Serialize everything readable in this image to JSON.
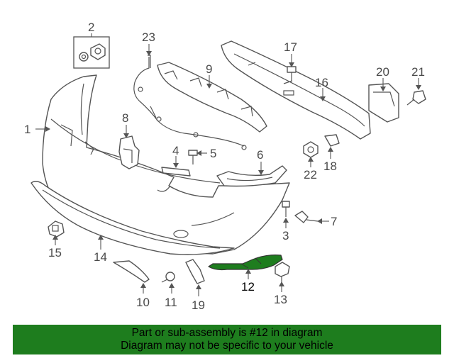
{
  "diagram": {
    "callouts": [
      "1",
      "2",
      "3",
      "4",
      "5",
      "6",
      "7",
      "8",
      "9",
      "10",
      "11",
      "12",
      "13",
      "14",
      "15",
      "16",
      "17",
      "18",
      "19",
      "20",
      "21",
      "22",
      "23"
    ],
    "highlighted_part": "12",
    "highlight_color": "#1e7d1e"
  },
  "banner": {
    "line1": "Part or sub-assembly is #12 in diagram",
    "line2": "Diagram may not be specific to your vehicle",
    "background": "#1e7d1e"
  }
}
